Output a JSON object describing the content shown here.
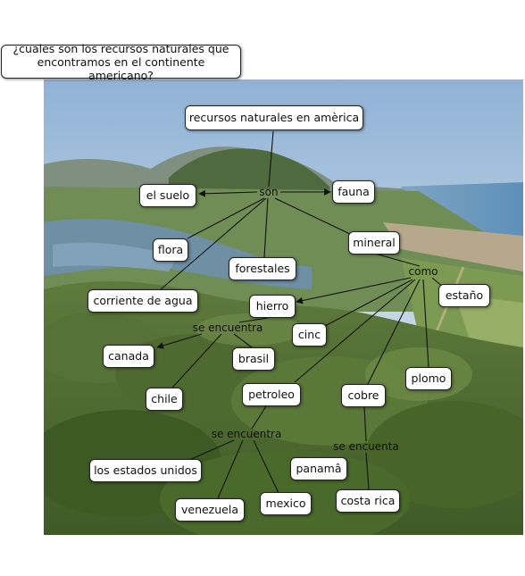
{
  "question": "¿cuales son los recursos naturales que encontramos en el continente americano?",
  "concepts": {
    "root": "recursos naturales en amèrica",
    "el_suelo": "el suelo",
    "fauna": "fauna",
    "flora": "flora",
    "mineral": "mineral",
    "forestales": "forestales",
    "corriente_de_agua": "corriente de agua",
    "hierro": "hierro",
    "estano": "estaño",
    "canada": "canada",
    "brasil": "brasil",
    "cinc": "cinc",
    "chile": "chile",
    "petroleo": "petroleo",
    "cobre": "cobre",
    "plomo": "plomo",
    "los_estados_unidos": "los estados unidos",
    "panama": "panamâ",
    "venezuela": "venezuela",
    "mexico": "mexico",
    "costa_rica": "costa rica"
  },
  "link_labels": {
    "son": "son",
    "como": "como",
    "se_encuentra_1": "se encuentra",
    "se_encuentra_2": "se encuentra",
    "se_encuenta": "se encuenta"
  },
  "colors": {
    "node_fill": "#ffffff",
    "node_border": "#222222",
    "edge": "#111111"
  }
}
